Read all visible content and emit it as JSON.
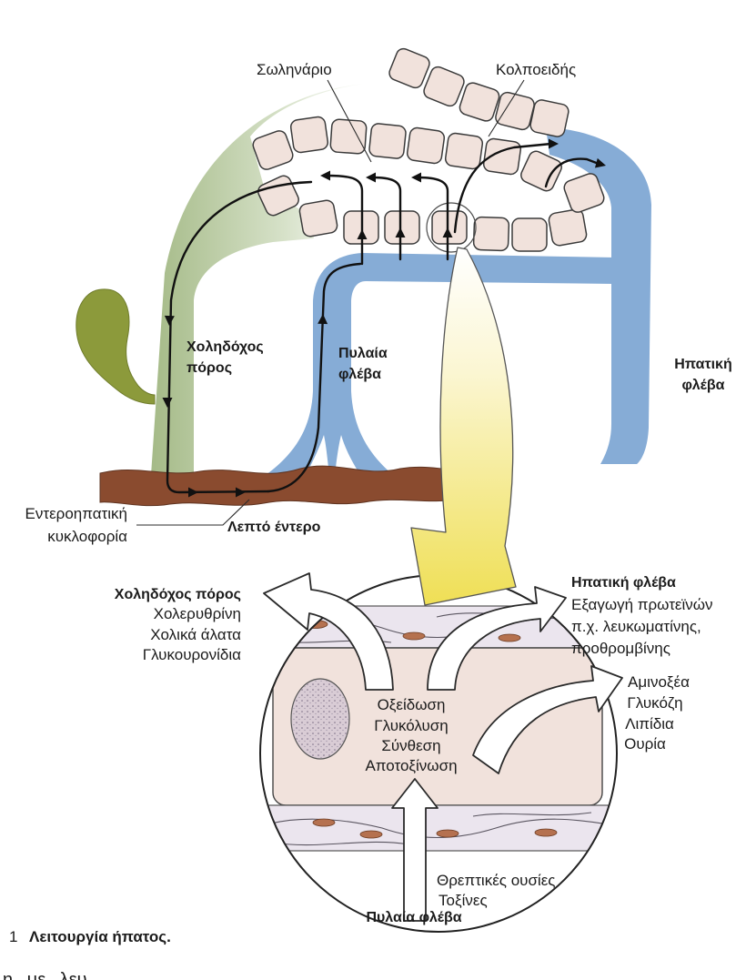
{
  "diagram": {
    "canaliculus_label": "Σωληνάριο",
    "sinusoid_label": "Κολποειδής",
    "bile_duct_label": [
      "Χοληδόχος",
      "πόρος"
    ],
    "portal_vein_label": [
      "Πυλαία",
      "φλέβα"
    ],
    "hepatic_vein_label": [
      "Ηπατική",
      "φλέβα"
    ],
    "enterohepatic_label": [
      "Εντεροηπατική",
      "κυκλοφορία"
    ],
    "small_intestine_label": "Λεπτό έντερο"
  },
  "hepatocyte_detail": {
    "bile_duct": {
      "title": "Χοληδόχος πόρος",
      "items": [
        "Χολερυθρίνη",
        "Χολικά άλατα",
        "Γλυκουρονίδια"
      ]
    },
    "hepatic_vein": {
      "title": "Ηπατική φλέβα",
      "items": [
        "Εξαγωγή πρωτεϊνών",
        "π.χ. λευκωματίνης,",
        "προθρομβίνης"
      ]
    },
    "blood_outputs": [
      "Αμινοξέα",
      "Γλυκόζη",
      "Λιπίδια",
      "Ουρία"
    ],
    "processes": [
      "Οξείδωση",
      "Γλυκόλυση",
      "Σύνθεση",
      "Αποτοξίνωση"
    ],
    "portal_vein": {
      "title": "Πυλαία φλέβα",
      "items": [
        "Θρεπτικές ουσίες",
        "Τοξίνες"
      ]
    }
  },
  "caption": {
    "number": "1",
    "title": "Λειτουργία ήπατος."
  },
  "next_line_fragment": "η με λευ",
  "colors": {
    "bile_green": "#a6bb89",
    "gallbladder": "#8c9a3b",
    "blood_blue": "#86acd6",
    "intestine": "#8a4b2f",
    "hepatocyte": "#f1e2dc",
    "arrow_yellow": "#efdf55",
    "nucleus": "#d9ccd5"
  }
}
